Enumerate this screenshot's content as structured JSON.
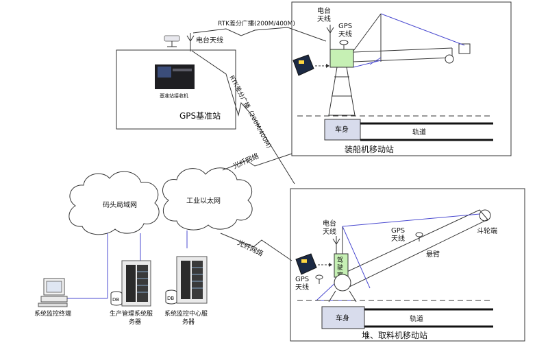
{
  "labels": {
    "rtk_top": "RTK差分广播(200M/400M)",
    "radio_antenna_base": "电台天线",
    "base_receiver": "基准站接收机",
    "gps_base_station": "GPS基准站",
    "rtk_diag": "RTK差分广播（200M/400M）",
    "radio_antenna_ship_1": "电台",
    "radio_antenna_ship_2": "天线",
    "gps_antenna_ship_1": "GPS",
    "gps_antenna_ship_2": "天线",
    "car_body_ship": "车身",
    "track_ship": "轨道",
    "ship_loader_station": "装船机移动站",
    "fiber_top": "光纤网络",
    "dock_lan": "码头局域网",
    "industrial_ethernet": "工业以太网",
    "fiber_bottom": "光纤网络",
    "radio_antenna_stacker_1": "电台",
    "radio_antenna_stacker_2": "天线",
    "gps_antenna_stacker_boom_1": "GPS",
    "gps_antenna_stacker_boom_2": "天线",
    "bucket_wheel": "斗轮端",
    "boom": "悬臂",
    "cab_1": "驾",
    "cab_2": "驶",
    "cab_3": "室",
    "gps_antenna_stacker_1": "GPS",
    "gps_antenna_stacker_2": "天线",
    "car_body_stacker": "车身",
    "track_stacker": "轨道",
    "stacker_station": "堆、取料机移动站",
    "monitor_terminal": "系统监控终端",
    "db_1": "DB",
    "prod_server_1": "生产管理系统服",
    "prod_server_2": "务器",
    "db_2": "DB",
    "monitor_server_1": "系统监控中心服",
    "monitor_server_2": "务器"
  },
  "colors": {
    "line": "#2a2a2a",
    "blue": "#4a4ad0",
    "cab_green": "#c6f0b4",
    "car_body": "#d8dcec",
    "device_dark": "#2b3a55"
  }
}
